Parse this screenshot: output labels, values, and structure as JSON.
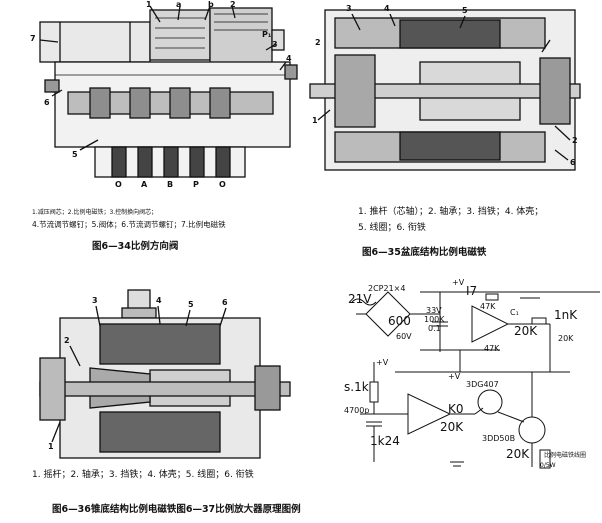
{
  "fig34": {
    "caption": "图6—34比例方向阀",
    "legend_line1": "1.减压阀芯；2.比例电磁铁；3.控制换向阀芯；",
    "legend_line2": "4.节流调节螺钉；5.阀体；6.节流调节螺钉；7.比例电磁铁",
    "callouts": [
      "1",
      "a",
      "b",
      "2",
      "7",
      "P₁",
      "3",
      "4",
      "6",
      "5"
    ],
    "ports": [
      "O",
      "A",
      "B",
      "P",
      "O"
    ]
  },
  "fig35": {
    "caption": "图6—35盆底结构比例电磁铁",
    "legend_line1": "1. 推杆（芯轴）；2. 轴承；3. 挡铁；4. 体壳；",
    "legend_line2": "5. 线圈；6. 衔铁",
    "callouts": [
      "3",
      "4",
      "5",
      "2",
      "1",
      "2",
      "6"
    ]
  },
  "fig36": {
    "callouts": [
      "1",
      "2",
      "3",
      "4",
      "5",
      "6"
    ],
    "legend": "1. 摇杆；2. 轴承；3. 挡铁；4. 体壳；5. 线圈；6. 衔铁"
  },
  "bottom_caption": "图6—36锥底结构比例电磁铁图6—37比例放大器原理图例",
  "fig37": {
    "labels": {
      "bridge": "2CP21×4",
      "v21": "21V",
      "c600": "600",
      "c60v": "60V",
      "c33v": "33V",
      "r100k": "100K",
      "c01": "0.1",
      "i7": "I7",
      "plusv_top": "+V",
      "r47k_a": "47K",
      "c1": "C₁",
      "r20k_a": "20K",
      "r47k_b": "47K",
      "r1nk": "1nK",
      "r20k_b": "20K",
      "plusv_mid": "+V",
      "s1k": "s.1k",
      "c4700": "4700p",
      "plusv_amp": "+V",
      "q3dg": "3DG407",
      "k0": "K0",
      "r20k_c": "20K",
      "r1k24": "1k24",
      "q3dd": "3DD50B",
      "r20k_d": "20K",
      "coil_label": "比例电磁铁线圈",
      "v05": "0/5W"
    }
  }
}
